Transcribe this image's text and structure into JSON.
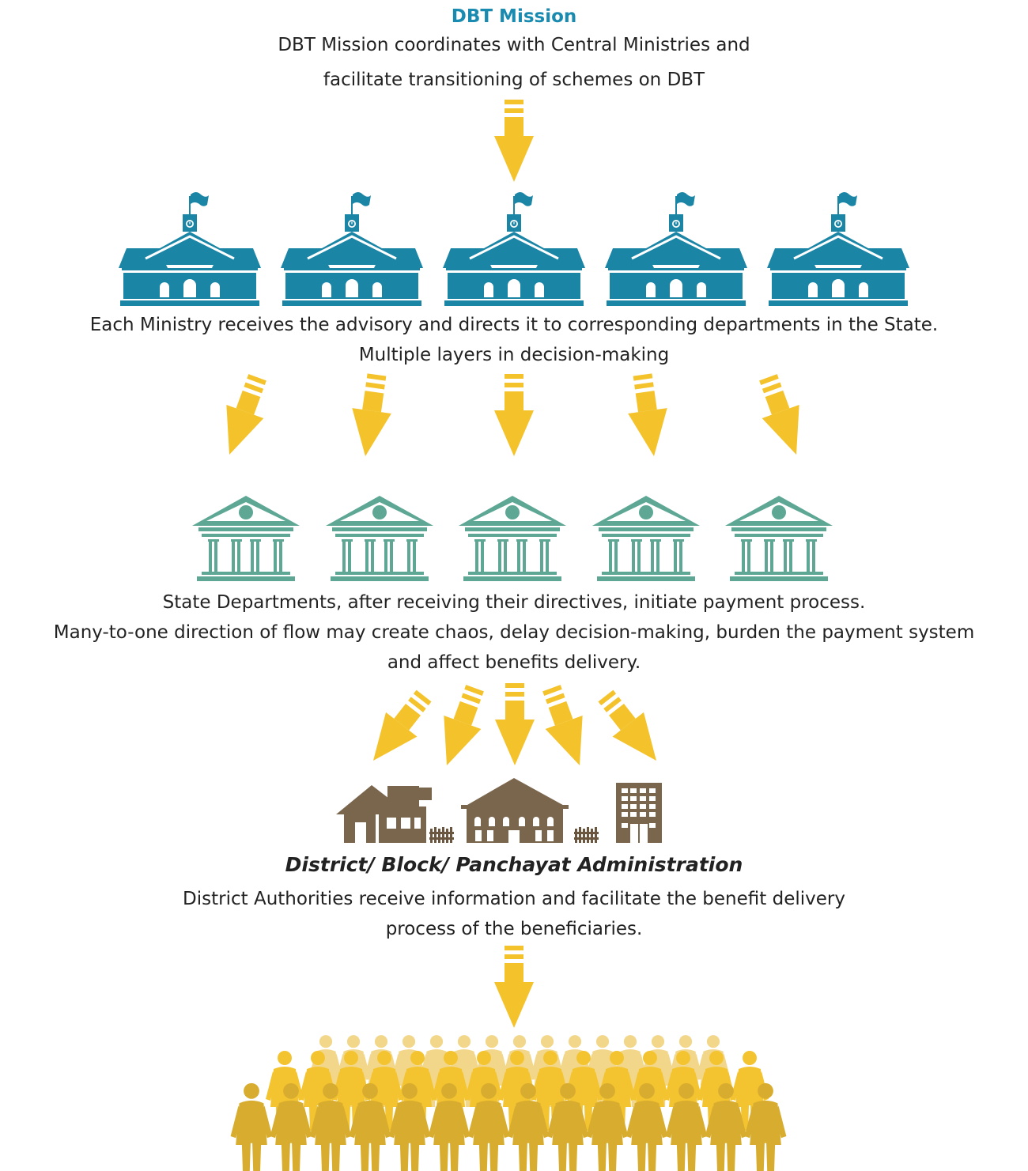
{
  "mission": {
    "title": "DBT Mission",
    "text_line1": "DBT Mission coordinates with Central Ministries and",
    "text_line2": "facilitate transitioning of schemes on DBT"
  },
  "ministries": {
    "text_line1": "Each Ministry receives the advisory and directs it to corresponding departments in the State.",
    "text_line2": "Multiple layers in decision-making"
  },
  "state_departments": {
    "text_line1": "State Departments, after receiving their directives, initiate payment process.",
    "text_line2": "Many-to-one direction of flow may create chaos, delay decision-making, burden the payment system",
    "text_line3": "and affect benefits delivery."
  },
  "administration": {
    "title": "District/ Block/ Panchayat Administration",
    "text_line1": "District Authorities receive information and facilitate the benefit delivery",
    "text_line2": "process of the beneficiaries."
  },
  "colors": {
    "title_blue": "#1a8bb0",
    "ministry_blue": "#1b85a6",
    "department_green": "#5ea795",
    "admin_brown": "#7a664d",
    "arrow_yellow": "#f4c22b",
    "people_gold": "#d8ad2f"
  }
}
